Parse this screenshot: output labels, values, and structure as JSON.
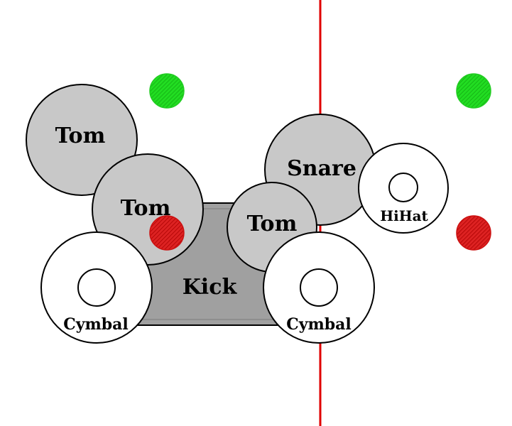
{
  "colors": {
    "background": "#ffffff",
    "centerline": "#e00000",
    "drum_fill": "#c8c8c8",
    "kick_fill": "#a0a0a0",
    "cymbal_fill": "#ffffff",
    "outline": "#000000",
    "green_marker": "#22dd22",
    "red_marker": "#dd2222"
  },
  "labels": {
    "tom_upper_left": "Tom",
    "tom_middle": "Tom",
    "tom_right": "Tom",
    "snare": "Snare",
    "kick": "Kick",
    "hihat": "HiHat",
    "cymbal_left": "Cymbal",
    "cymbal_right": "Cymbal"
  },
  "markers": [
    {
      "name": "green-marker-left",
      "color": "green"
    },
    {
      "name": "green-marker-right",
      "color": "green"
    },
    {
      "name": "red-marker-center",
      "color": "red"
    },
    {
      "name": "red-marker-right",
      "color": "red"
    }
  ]
}
